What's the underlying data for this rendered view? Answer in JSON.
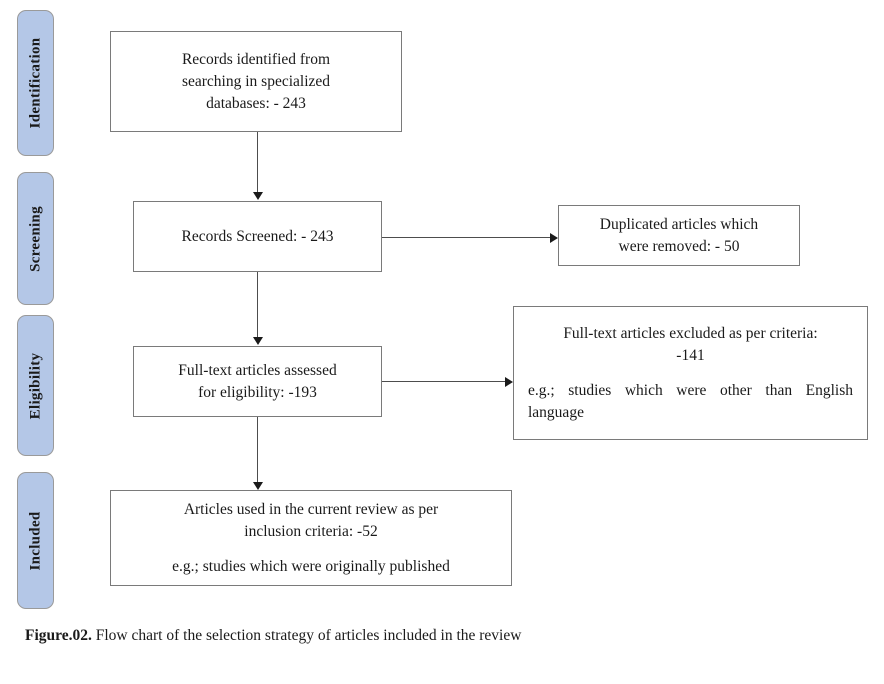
{
  "figure": {
    "caption_label": "Figure.02.",
    "caption_text": "Flow chart of the selection strategy of articles included in the review"
  },
  "colors": {
    "pill_fill": "#b4c7e7",
    "pill_border": "#9a9a9a",
    "box_border": "#7a7a7a",
    "connector": "#4d4d4d",
    "text": "#1a1a1a",
    "background": "#ffffff"
  },
  "stages": [
    {
      "label": "Identification"
    },
    {
      "label": "Screening"
    },
    {
      "label": "Eligibility"
    },
    {
      "label": "Included"
    }
  ],
  "boxes": {
    "identified": {
      "lines": [
        "Records identified from",
        "searching in specialized",
        "databases: - 243"
      ]
    },
    "screened": {
      "lines": [
        "Records Screened:  - 243"
      ]
    },
    "duplicates_removed": {
      "lines": [
        "Duplicated articles which",
        "were removed: - 50"
      ]
    },
    "fulltext_assessed": {
      "lines": [
        "Full-text articles assessed",
        "for eligibility: -193"
      ]
    },
    "fulltext_excluded": {
      "lines": [
        "Full-text articles excluded as per criteria:",
        "-141"
      ],
      "note": "e.g.; studies which were other than English language"
    },
    "included": {
      "lines": [
        "Articles used in the current review as per",
        "inclusion criteria: -52"
      ],
      "note": "e.g.; studies which were originally published"
    }
  },
  "chart_data": {
    "type": "diagram",
    "title": "PRISMA flow chart of the selection strategy of articles included in the review",
    "stages": [
      "Identification",
      "Screening",
      "Eligibility",
      "Included"
    ],
    "nodes": [
      {
        "id": "identified",
        "stage": "Identification",
        "label": "Records identified from searching in specialized databases: - 243",
        "count": 243
      },
      {
        "id": "screened",
        "stage": "Screening",
        "label": "Records Screened:  - 243",
        "count": 243
      },
      {
        "id": "duplicates_removed",
        "stage": "Screening",
        "label": "Duplicated articles which were removed: - 50",
        "count": 50
      },
      {
        "id": "fulltext_assessed",
        "stage": "Eligibility",
        "label": "Full-text articles assessed for eligibility: -193",
        "count": 193
      },
      {
        "id": "fulltext_excluded",
        "stage": "Eligibility",
        "label": "Full-text articles excluded as per criteria: -141",
        "count": 141,
        "note": "e.g.; studies which were other than English language"
      },
      {
        "id": "included",
        "stage": "Included",
        "label": "Articles used in the current review as per inclusion criteria: -52",
        "count": 52,
        "note": "e.g.; studies which were originally published"
      }
    ],
    "edges": [
      {
        "from": "identified",
        "to": "screened",
        "direction": "down"
      },
      {
        "from": "screened",
        "to": "duplicates_removed",
        "direction": "right"
      },
      {
        "from": "screened",
        "to": "fulltext_assessed",
        "direction": "down"
      },
      {
        "from": "fulltext_assessed",
        "to": "fulltext_excluded",
        "direction": "right"
      },
      {
        "from": "fulltext_assessed",
        "to": "included",
        "direction": "down"
      }
    ]
  }
}
